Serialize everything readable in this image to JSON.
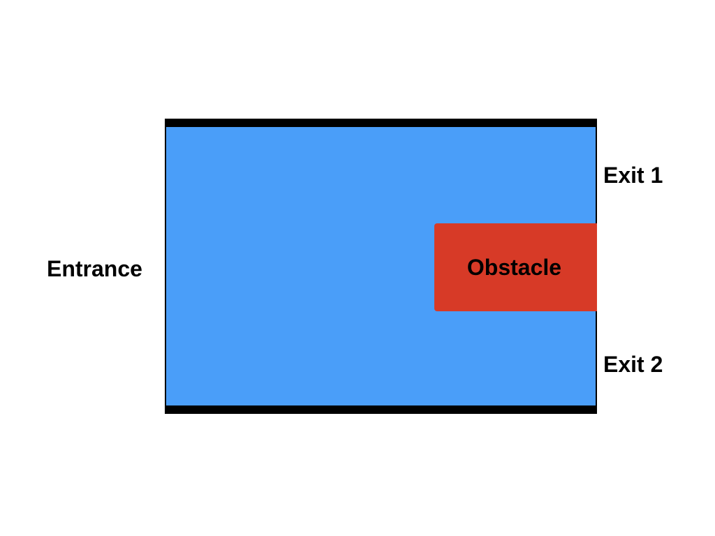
{
  "labels": {
    "entrance": "Entrance",
    "exit_1": "Exit 1",
    "exit_2": "Exit 2",
    "obstacle": "Obstacle"
  },
  "colors": {
    "channel_fill": "#4A9EF9",
    "obstacle_fill": "#D73A27",
    "wall": "#000000",
    "text": "#000000",
    "background": "#FFFFFF"
  }
}
